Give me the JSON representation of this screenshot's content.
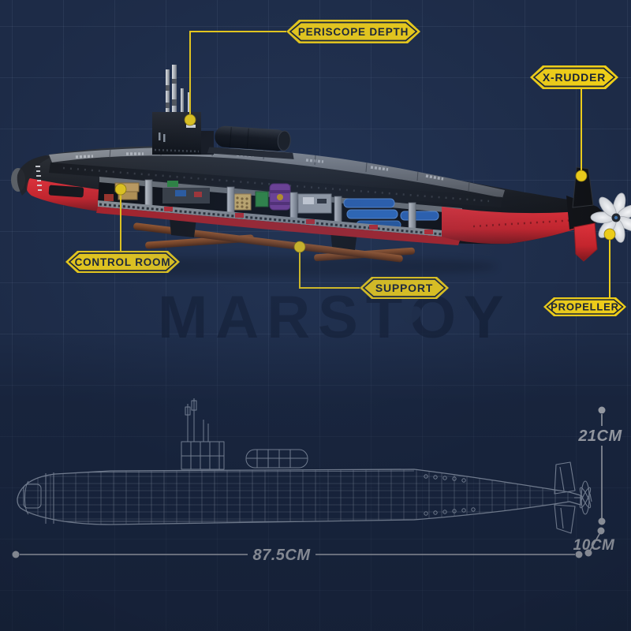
{
  "product_scene": {
    "description_watermark": "MARSTOY"
  },
  "watermark": "MARSTOY",
  "callouts": {
    "periscope_depth": {
      "label": "PERISCOPE DEPTH"
    },
    "x_rudder": {
      "label": "X-RUDDER"
    },
    "control_room": {
      "label": "CONTROL ROOM"
    },
    "support": {
      "label": "SUPPORT"
    },
    "propeller": {
      "label": "PROPELLER"
    }
  },
  "dimensions": {
    "height": "21CM",
    "length": "87.5CM",
    "stern_height": "10CM"
  },
  "colors": {
    "background": "#1D2B47",
    "grid_line": "#32435F",
    "accent_yellow": "#EFCE18",
    "label_text": "#1B2435",
    "hull_black": "#17191D",
    "hull_red": "#C8232A",
    "stand_wood": "#8A4A24",
    "blueprint_line": "#C9D5E7",
    "dimension_text": "#FFFFFF"
  }
}
